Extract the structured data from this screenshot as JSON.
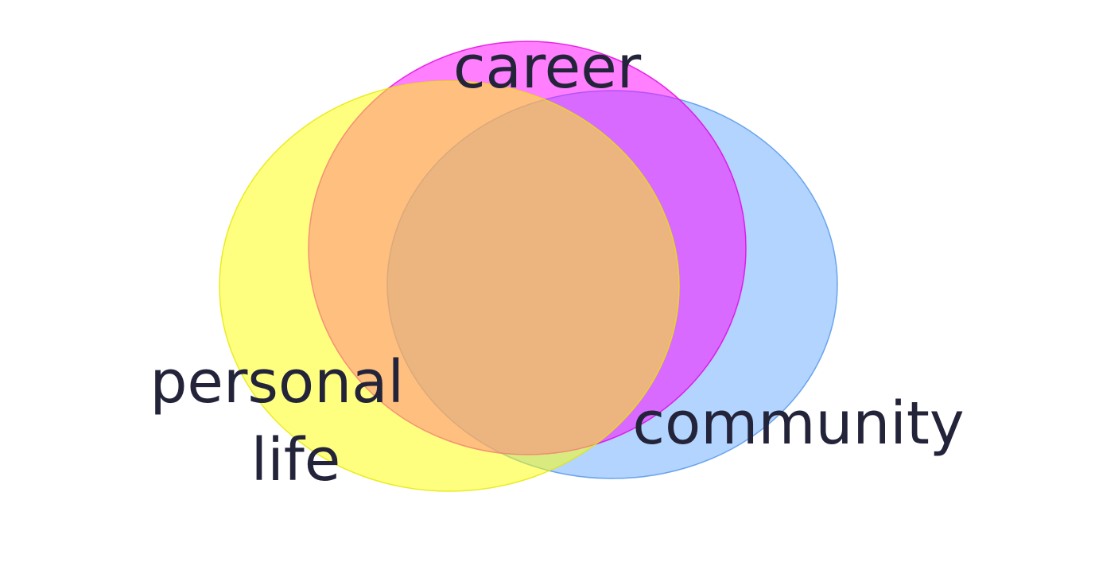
{
  "diagram": {
    "type": "venn",
    "sets": [
      {
        "id": "career",
        "label": "career",
        "fill": "#ff00ff",
        "stroke": "#e000e0",
        "opacity": 0.5
      },
      {
        "id": "personal",
        "label_lines": [
          "personal",
          "life"
        ],
        "fill": "#ffff00",
        "stroke": "#e6e600",
        "opacity": 0.5
      },
      {
        "id": "community",
        "label": "community",
        "fill": "#66aaff",
        "stroke": "#4f94e8",
        "opacity": 0.5
      }
    ]
  }
}
